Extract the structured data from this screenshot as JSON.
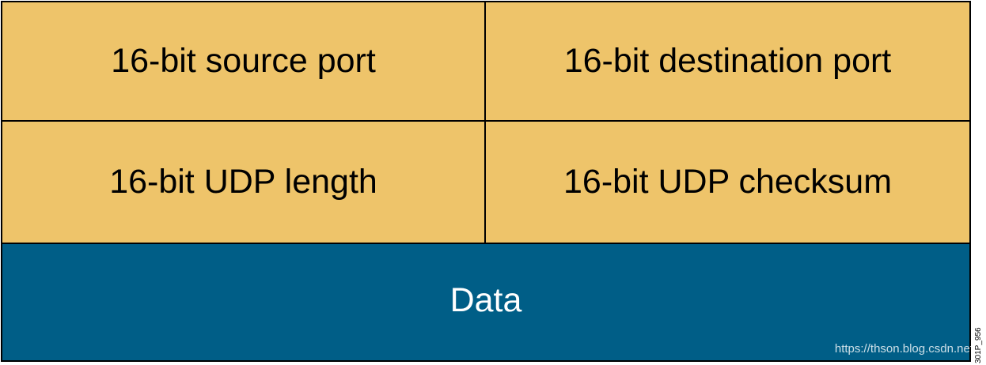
{
  "colors": {
    "header_fill": "#EEC46A",
    "data_fill": "#005E87",
    "border": "#000000"
  },
  "udp_header": {
    "source_port": "16-bit source port",
    "destination_port": "16-bit destination port",
    "udp_length": "16-bit UDP length",
    "udp_checksum": "16-bit UDP checksum"
  },
  "data_section": {
    "label": "Data"
  },
  "figure_id": "301P_956",
  "watermark": "https://thson.blog.csdn.net"
}
